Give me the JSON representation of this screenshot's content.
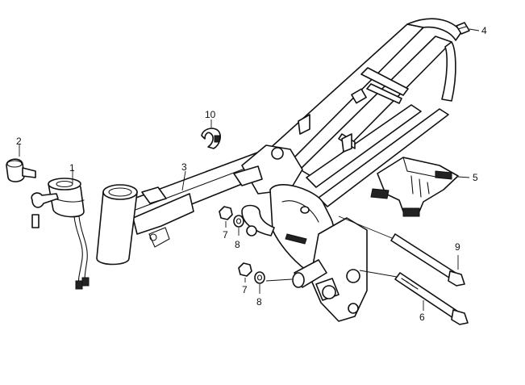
{
  "callouts": {
    "c1": "1",
    "c2": "2",
    "c3": "3",
    "c4": "4",
    "c5": "5",
    "c6": "6",
    "c7a": "7",
    "c7b": "7",
    "c8a": "8",
    "c8b": "8",
    "c9": "9",
    "c10": "10"
  },
  "parts": [
    {
      "callout": "1",
      "icon": "ignition-switch-icon"
    },
    {
      "callout": "2",
      "icon": "key-cap-icon"
    },
    {
      "callout": "3",
      "icon": "frame-body-icon"
    },
    {
      "callout": "4",
      "icon": "end-cap-icon"
    },
    {
      "callout": "5",
      "icon": "bracket-icon"
    },
    {
      "callout": "6",
      "icon": "bolt-icon"
    },
    {
      "callout": "7",
      "icon": "nut-icon"
    },
    {
      "callout": "8",
      "icon": "washer-icon"
    },
    {
      "callout": "9",
      "icon": "bolt-icon"
    },
    {
      "callout": "10",
      "icon": "clip-icon"
    }
  ]
}
